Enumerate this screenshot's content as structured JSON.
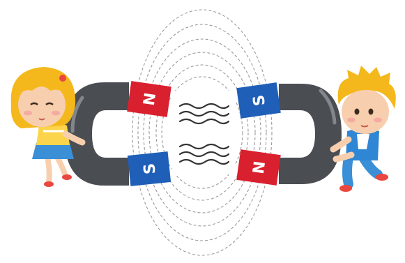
{
  "illustration": {
    "left_magnet": {
      "top_pole": "N",
      "bottom_pole": "S"
    },
    "right_magnet": {
      "top_pole": "S",
      "bottom_pole": "N"
    },
    "colors": {
      "north_pole": "#d9202f",
      "south_pole": "#1f5fb8",
      "magnet_body": "#4a4d52",
      "field_lines": "#9a9a9a",
      "hair": "#f4b81c",
      "skin": "#f8cfae"
    },
    "icons": [
      "girl-character",
      "boy-character",
      "horseshoe-magnet",
      "field-lines",
      "repulsion-waves"
    ]
  }
}
